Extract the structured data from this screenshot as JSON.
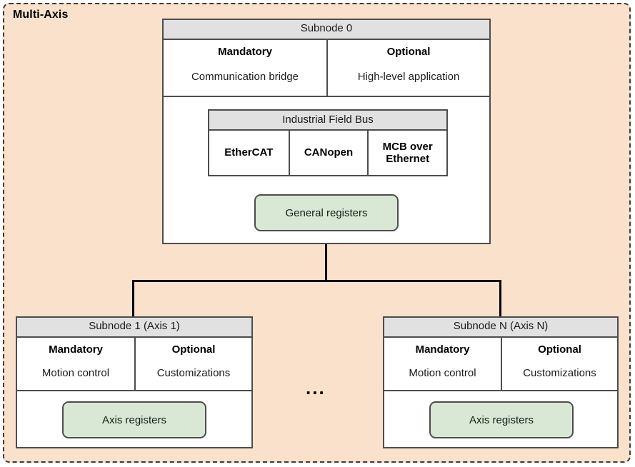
{
  "diagram": {
    "container_label": "Multi-Axis",
    "ellipsis": "...",
    "colors": {
      "container_fill": "#fae1cc",
      "container_border": "#3b3b3b",
      "box_fill": "#ffffff",
      "box_border": "#4d4d4d",
      "header_fill": "#e1e1e1",
      "register_fill": "#d8e8d4",
      "connector": "#000000"
    }
  },
  "subnode0": {
    "header": "Subnode 0",
    "columns": [
      {
        "title": "Mandatory",
        "value": "Communication bridge"
      },
      {
        "title": "Optional",
        "value": "High-level application"
      }
    ],
    "fieldbus": {
      "header": "Industrial Field Bus",
      "cells": [
        "EtherCAT",
        "CANopen",
        "MCB over Ethernet"
      ]
    },
    "registers": "General registers"
  },
  "subnodes": [
    {
      "header": "Subnode 1 (Axis 1)",
      "columns": [
        {
          "title": "Mandatory",
          "value": "Motion control"
        },
        {
          "title": "Optional",
          "value": "Customizations"
        }
      ],
      "registers": "Axis registers"
    },
    {
      "header": "Subnode N (Axis N)",
      "columns": [
        {
          "title": "Mandatory",
          "value": "Motion control"
        },
        {
          "title": "Optional",
          "value": "Customizations"
        }
      ],
      "registers": "Axis registers"
    }
  ]
}
